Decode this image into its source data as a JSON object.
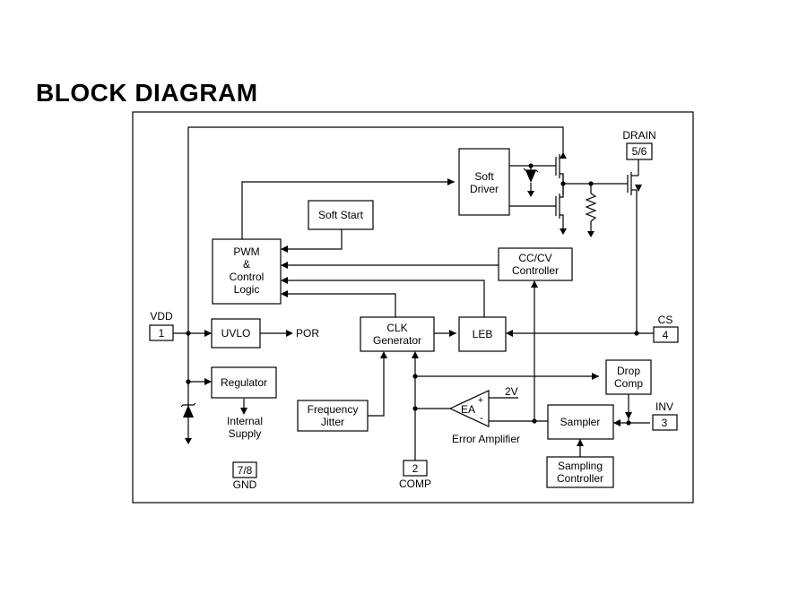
{
  "title": "BLOCK DIAGRAM",
  "blocks": {
    "soft_driver": [
      "Soft",
      "Driver"
    ],
    "soft_start": "Soft Start",
    "pwm": [
      "PWM",
      "&",
      "Control",
      "Logic"
    ],
    "cccv": [
      "CC/CV",
      "Controller"
    ],
    "uvlo": "UVLO",
    "clk": [
      "CLK",
      "Generator"
    ],
    "leb": "LEB",
    "regulator": "Regulator",
    "drop_comp": [
      "Drop",
      "Comp"
    ],
    "freq_jitter": [
      "Frequency",
      "Jitter"
    ],
    "sampler": "Sampler",
    "sampling_ctrl": [
      "Sampling",
      "Controller"
    ]
  },
  "pins": {
    "vdd": {
      "name": "VDD",
      "num": "1"
    },
    "comp": {
      "name": "COMP",
      "num": "2"
    },
    "inv": {
      "name": "INV",
      "num": "3"
    },
    "cs": {
      "name": "CS",
      "num": "4"
    },
    "drain": {
      "name": "DRAIN",
      "num": "5/6"
    },
    "gnd": {
      "name": "GND",
      "num": "7/8"
    }
  },
  "labels": {
    "por": "POR",
    "internal_supply": [
      "Internal",
      "Supply"
    ],
    "error_amplifier": "Error Amplifier",
    "ea": "EA",
    "ref_2v": "2V",
    "plus": "+",
    "minus": "-"
  }
}
